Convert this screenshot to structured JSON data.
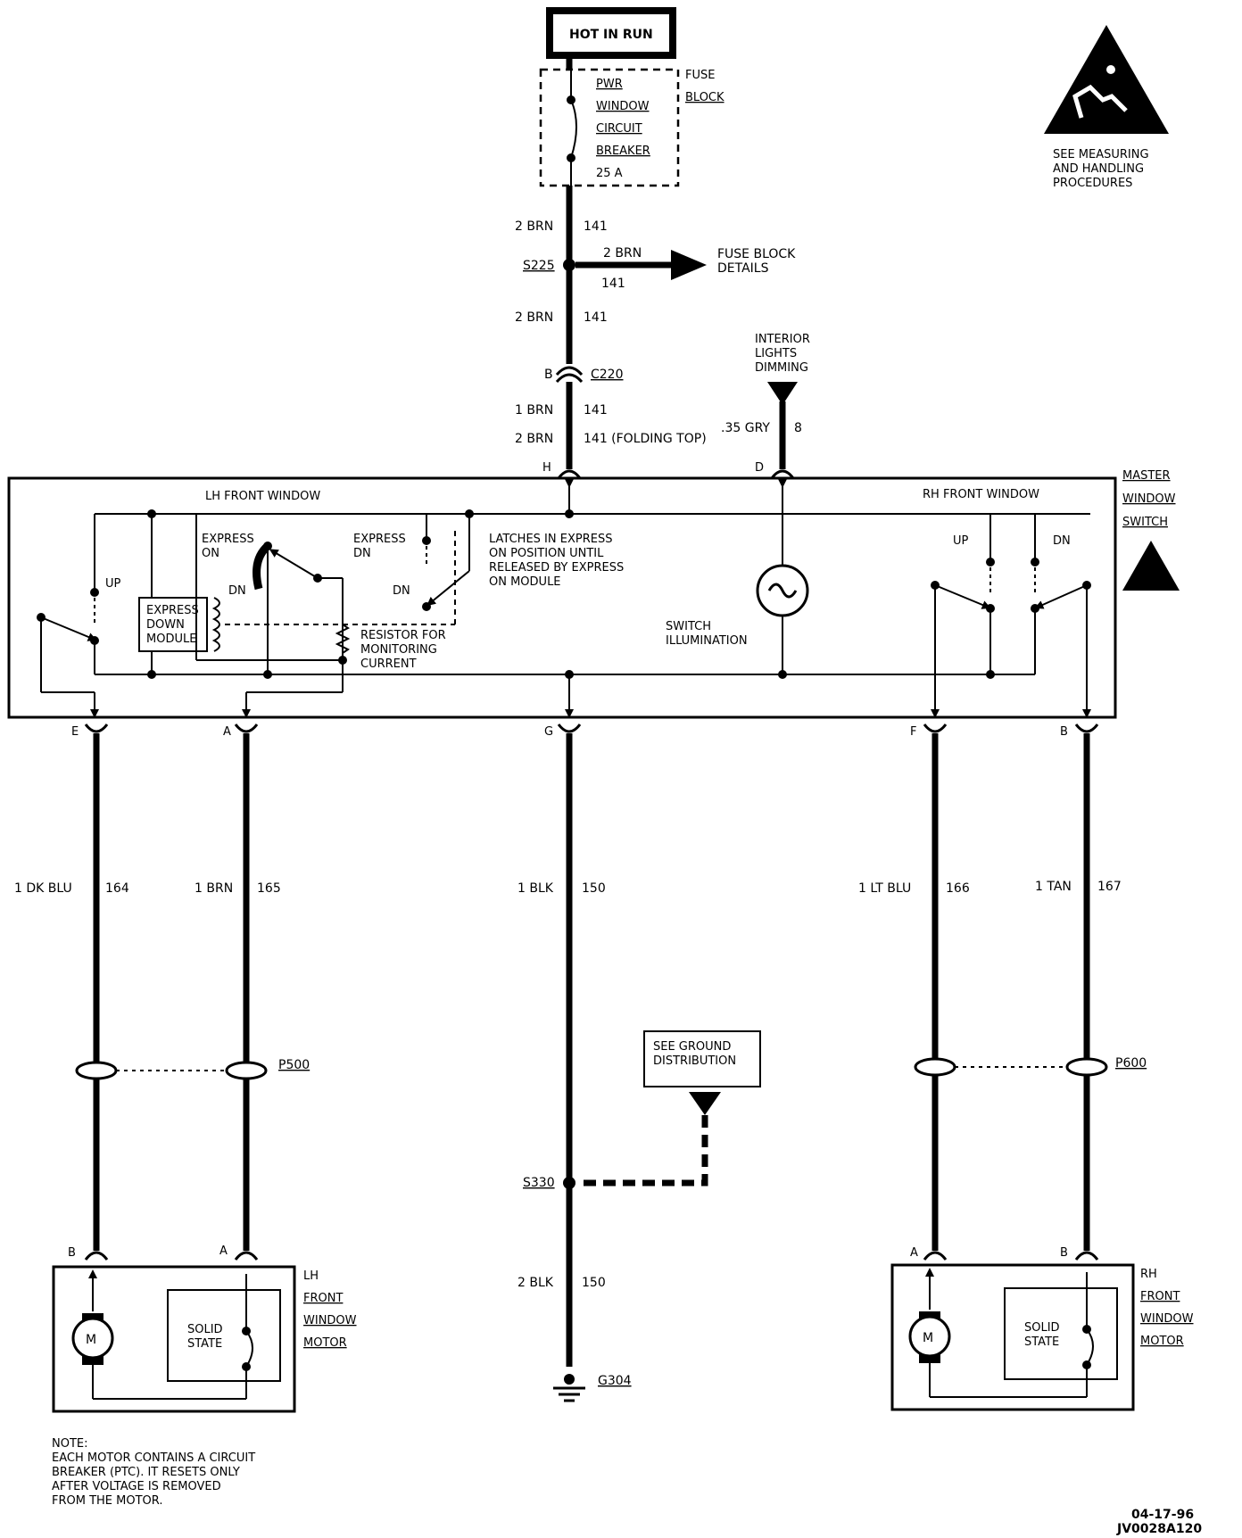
{
  "hot_in_run": "HOT IN RUN",
  "fuse": {
    "lines": [
      "PWR",
      "WINDOW",
      "CIRCUIT",
      "BREAKER",
      "25 A"
    ],
    "block_label": [
      "FUSE",
      "BLOCK"
    ]
  },
  "esd_note": [
    "SEE MEASURING",
    "AND HANDLING",
    "PROCEDURES"
  ],
  "wires_top": [
    {
      "size_color": "2 BRN",
      "circuit": "141"
    },
    {
      "size_color": "2 BRN",
      "circuit": "141"
    },
    {
      "size_color": "1 BRN",
      "circuit": "141"
    },
    {
      "size_color": "2 BRN",
      "circuit": "141 (FOLDING TOP)"
    }
  ],
  "splice_s225": "S225",
  "fuse_block_branch": {
    "size_color": "2 BRN",
    "circuit": "141",
    "target": [
      "FUSE BLOCK",
      "DETAILS"
    ]
  },
  "connector_c220": {
    "pin": "B",
    "name": "C220"
  },
  "interior_lights": {
    "text": [
      "INTERIOR",
      "LIGHTS",
      "DIMMING"
    ],
    "size_color": ".35 GRY",
    "circuit": "8"
  },
  "master_switch": {
    "label": [
      "MASTER",
      "WINDOW",
      "SWITCH"
    ],
    "lh_title": "LH FRONT WINDOW",
    "rh_title": "RH FRONT WINDOW",
    "express_on": [
      "EXPRESS",
      "ON"
    ],
    "express_dn": [
      "EXPRESS",
      "DN"
    ],
    "up": "UP",
    "dn": "DN",
    "module": [
      "EXPRESS",
      "DOWN",
      "MODULE"
    ],
    "latch_note": [
      "LATCHES IN EXPRESS",
      "ON POSITION UNTIL",
      "RELEASED BY EXPRESS",
      "ON MODULE"
    ],
    "resistor_note": [
      "RESISTOR FOR",
      "MONITORING",
      "CURRENT"
    ],
    "illumination": [
      "SWITCH",
      "ILLUMINATION"
    ],
    "pins_top": [
      "H",
      "D"
    ],
    "pins_bottom": [
      "E",
      "A",
      "G",
      "F",
      "B"
    ]
  },
  "lower_wires": [
    {
      "size_color": "1 DK BLU",
      "circuit": "164"
    },
    {
      "size_color": "1 BRN",
      "circuit": "165"
    },
    {
      "size_color": "1 BLK",
      "circuit": "150"
    },
    {
      "size_color": "1 LT BLU",
      "circuit": "166"
    },
    {
      "size_color": "1 TAN",
      "circuit": "167"
    }
  ],
  "p500": "P500",
  "p600": "P600",
  "ground_distribution": [
    "SEE GROUND",
    "DISTRIBUTION"
  ],
  "splice_s330": "S330",
  "ground_wire": {
    "size_color": "2 BLK",
    "circuit": "150"
  },
  "ground_g304": "G304",
  "lh_motor": {
    "pins": [
      "B",
      "A"
    ],
    "label": [
      "LH",
      "FRONT",
      "WINDOW",
      "MOTOR"
    ],
    "solid_state": [
      "SOLID",
      "STATE"
    ],
    "m": "M"
  },
  "rh_motor": {
    "pins": [
      "A",
      "B"
    ],
    "label": [
      "RH",
      "FRONT",
      "WINDOW",
      "MOTOR"
    ],
    "solid_state": [
      "SOLID",
      "STATE"
    ],
    "m": "M"
  },
  "note": [
    "NOTE:",
    "EACH MOTOR CONTAINS A CIRCUIT",
    "BREAKER (PTC). IT RESETS ONLY",
    "AFTER VOLTAGE IS REMOVED",
    "FROM THE MOTOR."
  ],
  "code": [
    "04-17-96",
    "JV0028A120"
  ]
}
